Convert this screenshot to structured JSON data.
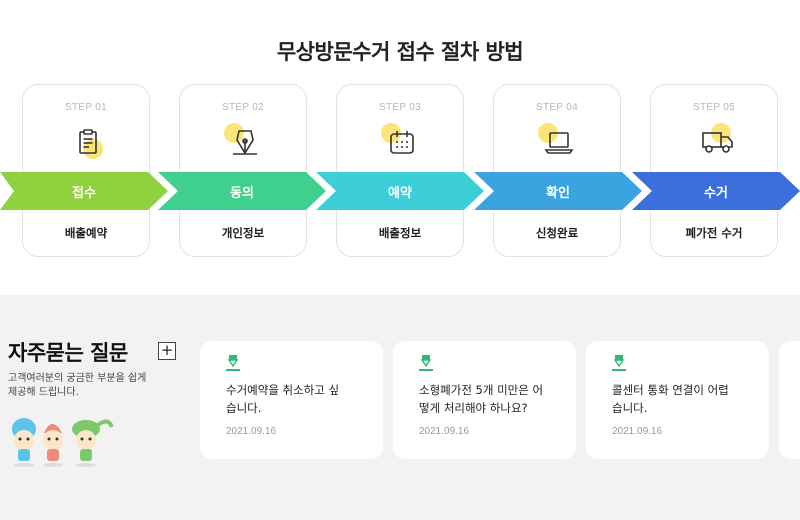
{
  "page_title": "무상방문수거 접수 절차 방법",
  "steps": [
    {
      "step": "STEP 01",
      "name": "접수",
      "desc": "배출예약",
      "icon": "clipboard-icon",
      "color": "#8fd13f"
    },
    {
      "step": "STEP 02",
      "name": "동의",
      "desc": "개인정보",
      "icon": "pen-nib-icon",
      "color": "#3fcf8e"
    },
    {
      "step": "STEP 03",
      "name": "예약",
      "desc": "배출정보",
      "icon": "calendar-icon",
      "color": "#3ccfd7"
    },
    {
      "step": "STEP 04",
      "name": "확인",
      "desc": "신청완료",
      "icon": "laptop-icon",
      "color": "#3aa3e0"
    },
    {
      "step": "STEP 05",
      "name": "수거",
      "desc": "폐가전 수거",
      "icon": "truck-icon",
      "color": "#3b6fdc"
    }
  ],
  "faq": {
    "title": "자주묻는 질문",
    "more_label": "+",
    "desc_line1": "고객여러분의 궁금한 부분을 쉽게",
    "desc_line2": "제공해 드립니다.",
    "items": [
      {
        "line1": "수거예약을 취소하고 싶",
        "line2": "습니다.",
        "date": "2021.09.16"
      },
      {
        "line1": "소형폐가전 5개 미만은 어",
        "line2": "떻게 처리해야 하나요?",
        "date": "2021.09.16"
      },
      {
        "line1": "콜센터 통화 연결이 어렵",
        "line2": "습니다.",
        "date": "2021.09.16"
      }
    ]
  }
}
